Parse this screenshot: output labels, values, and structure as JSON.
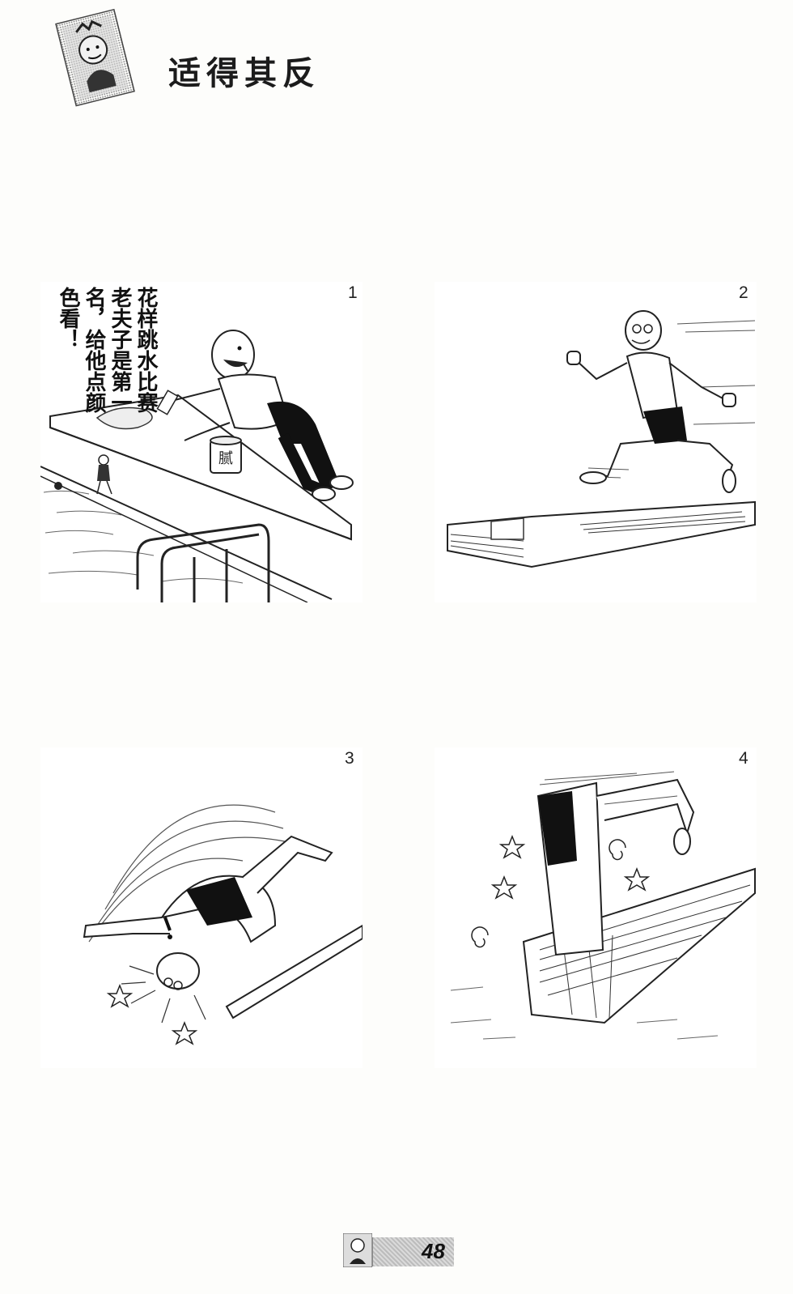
{
  "header": {
    "title": "适得其反",
    "icon": "cartoon-portrait-icon"
  },
  "panels": [
    {
      "number": "1",
      "speech": "花样跳水比赛老夫子是第一名，给他点颜色看！",
      "can_label": "腻"
    },
    {
      "number": "2"
    },
    {
      "number": "3"
    },
    {
      "number": "4"
    }
  ],
  "footer": {
    "page_number": "48"
  }
}
